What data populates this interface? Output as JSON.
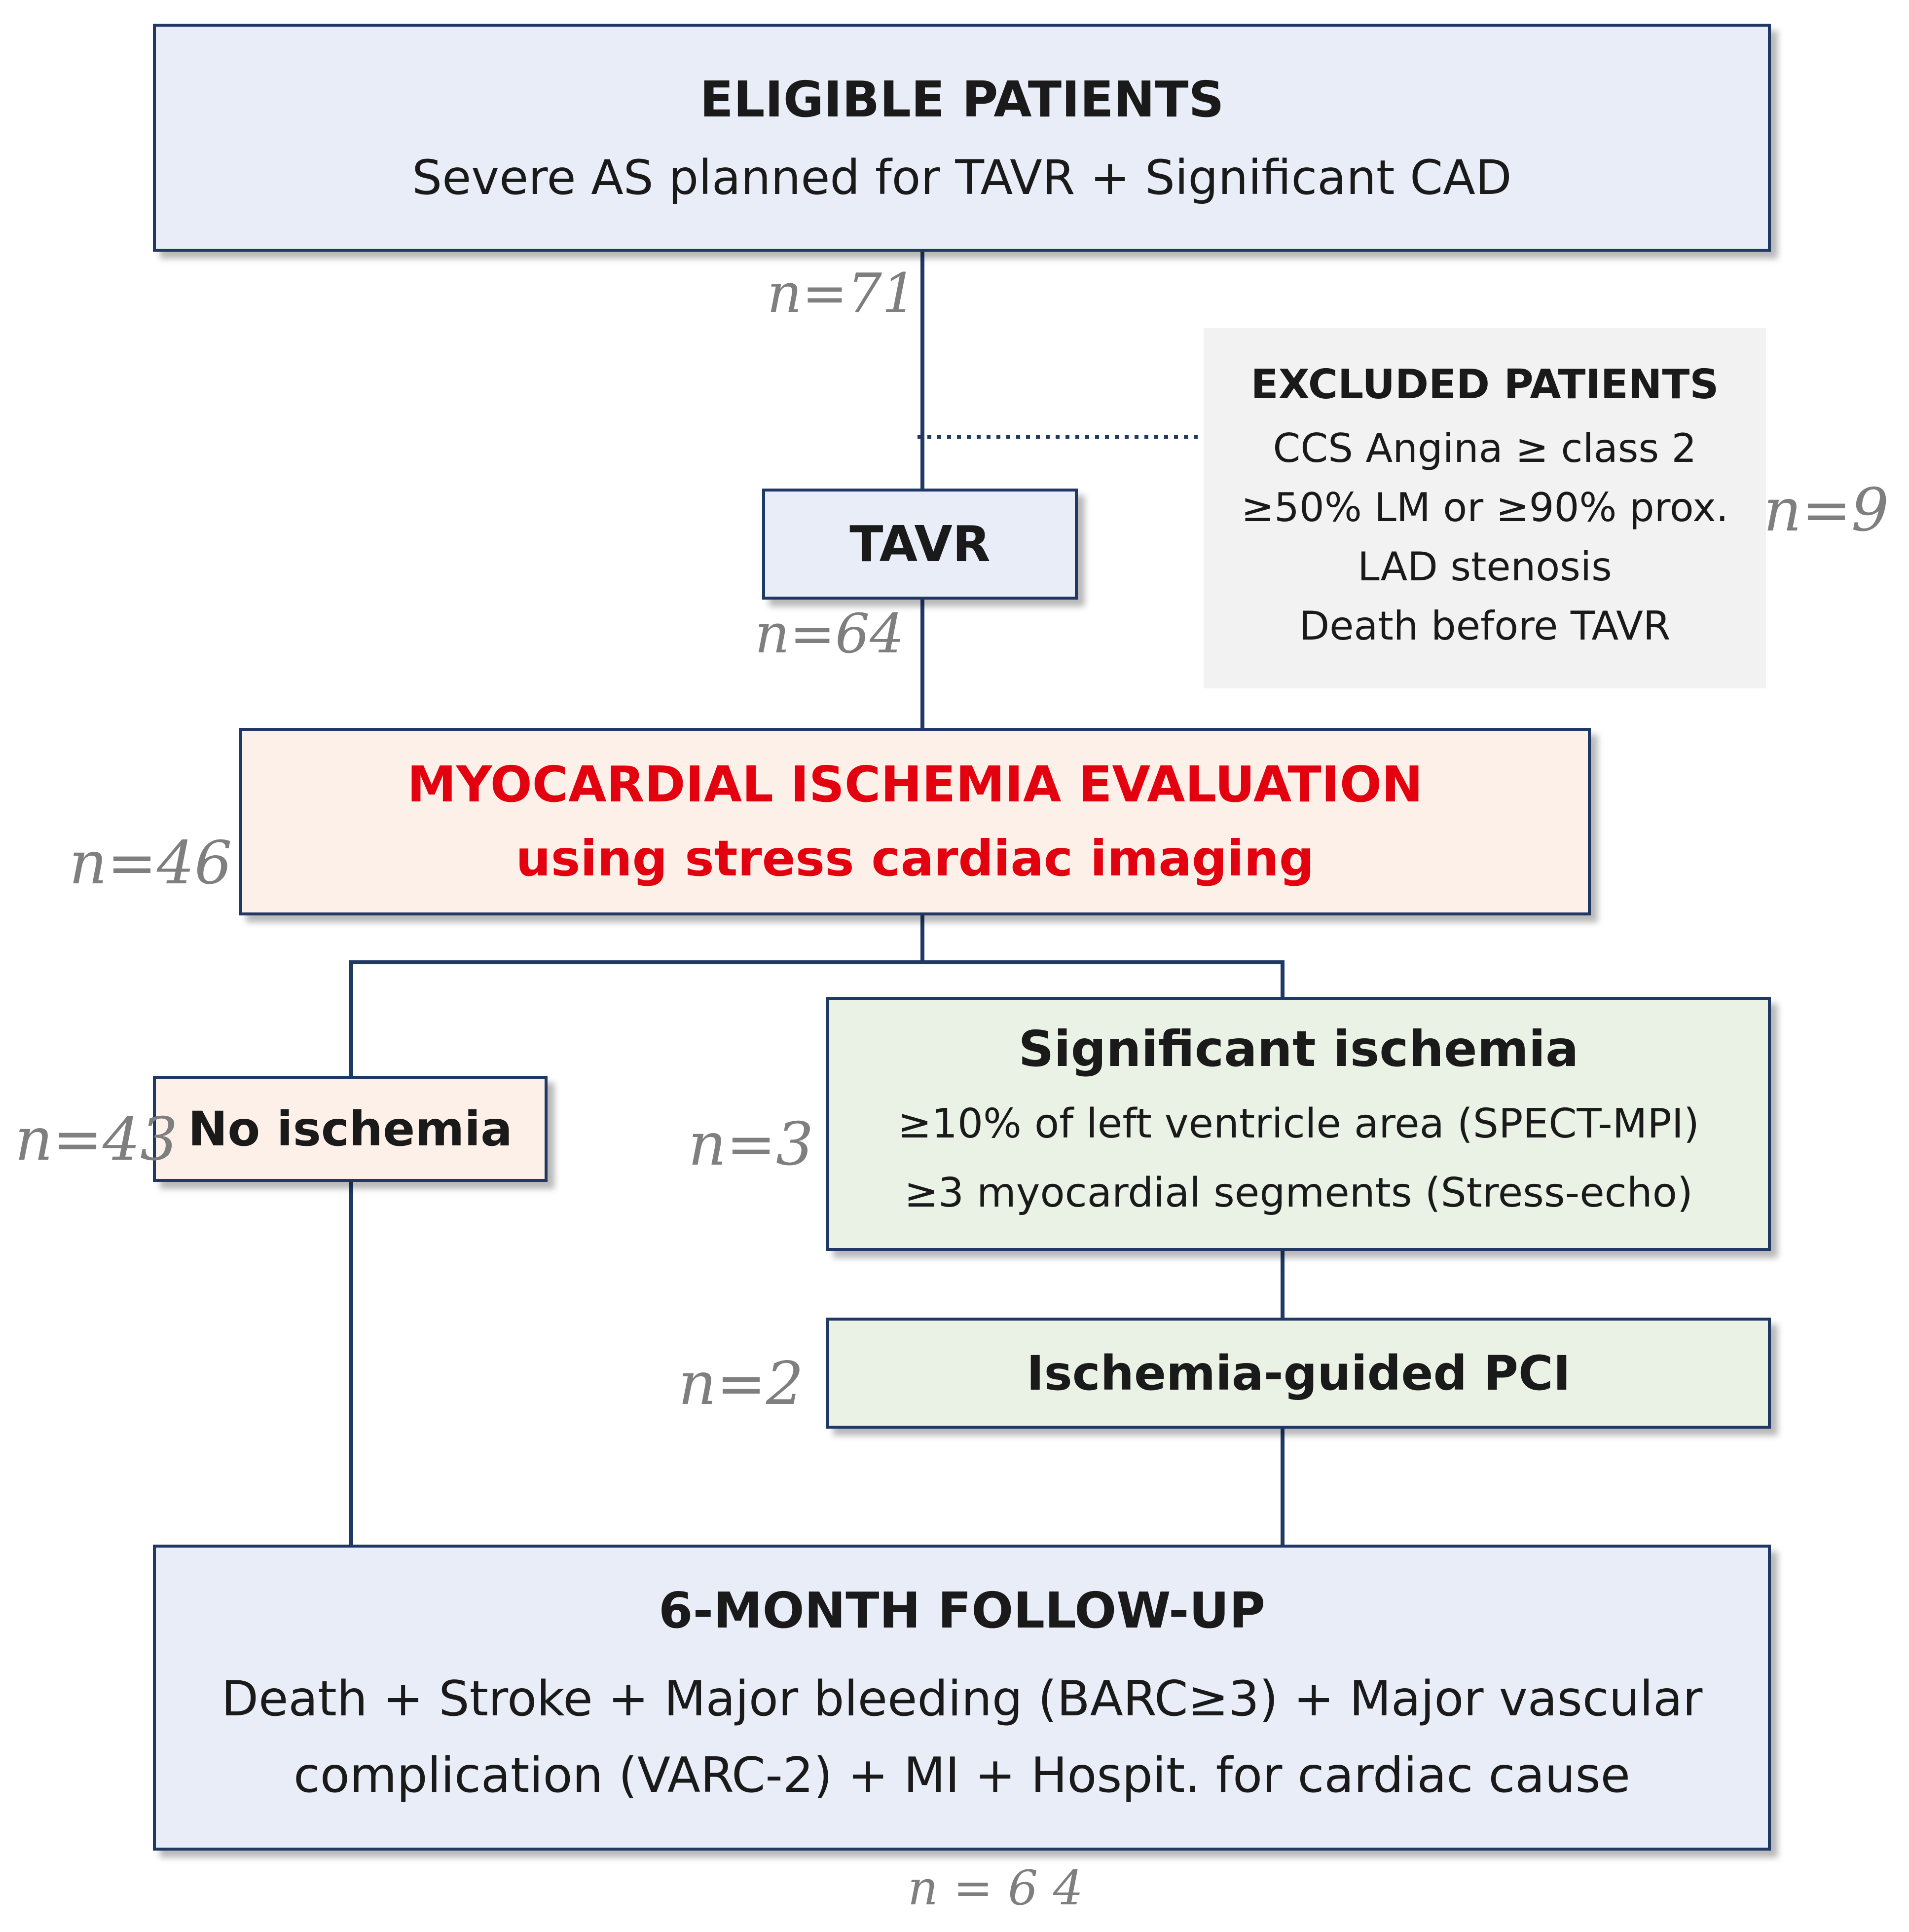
{
  "eligible": {
    "title": "ELIGIBLE PATIENTS",
    "body": "Severe AS planned for TAVR + Significant CAD"
  },
  "excluded": {
    "title": "EXCLUDED PATIENTS",
    "lines": [
      "CCS Angina ≥ class 2",
      "≥50% LM or ≥90% prox.",
      "LAD stenosis",
      "Death before TAVR"
    ]
  },
  "tavr": {
    "title": "TAVR"
  },
  "evaluation": {
    "line1": "MYOCARDIAL ISCHEMIA EVALUATION",
    "line2": "using stress cardiac imaging"
  },
  "no_ischemia": {
    "title": "No ischemia"
  },
  "significant": {
    "title": "Significant ischemia",
    "line1": "≥10% of left ventricle area (SPECT-MPI)",
    "line2": "≥3 myocardial segments (Stress-echo)"
  },
  "pci": {
    "title": "Ischemia-guided PCI"
  },
  "followup": {
    "title": "6-MONTH FOLLOW-UP",
    "line1": "Death + Stroke + Major bleeding (BARC≥3) + Major vascular",
    "line2": "complication (VARC-2) + MI + Hospit. for cardiac cause"
  },
  "counts": {
    "eligible": "n=71",
    "excluded": "n=9",
    "tavr": "n=64",
    "evaluation": "n=46",
    "no_ischemia": "n=43",
    "significant": "n=3",
    "pci": "n=2",
    "followup": "n = 6 4"
  },
  "colors": {
    "line": "#1f3864",
    "title_red": "#e3000f",
    "blue_fill": "#e9edf7",
    "peach_fill": "#fdf0e8",
    "green_fill": "#eaf2e6",
    "grey_fill": "#f2f2f2",
    "count_grey": "#7f7f7f"
  }
}
